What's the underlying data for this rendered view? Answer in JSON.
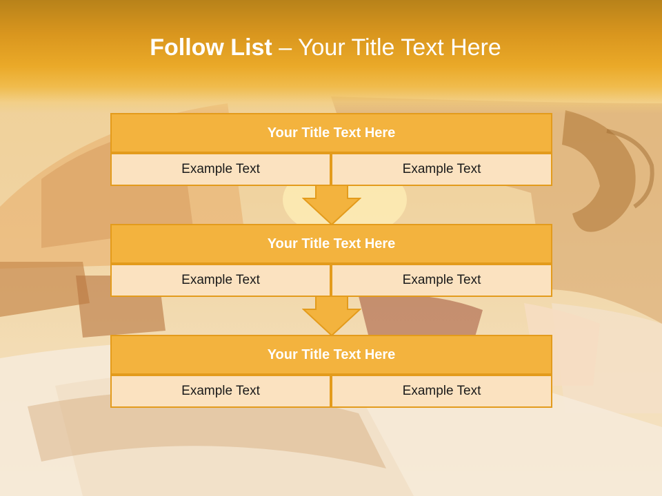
{
  "slide": {
    "title_bold": "Follow List",
    "title_rest": " – Your Title Text Here"
  },
  "steps": [
    {
      "title": "Your Title Text Here",
      "left": "Example Text",
      "right": "Example Text"
    },
    {
      "title": "Your Title Text Here",
      "left": "Example Text",
      "right": "Example Text"
    },
    {
      "title": "Your Title Text Here",
      "left": "Example Text",
      "right": "Example Text"
    }
  ],
  "colors": {
    "header_band": "#e8a623",
    "step_title_fill": "#f3b33e",
    "step_border": "#e39b1c",
    "step_cell_fill": "#fbe2c0",
    "arrow_fill": "#f3b33e"
  },
  "background_image": "bedroom-photo"
}
